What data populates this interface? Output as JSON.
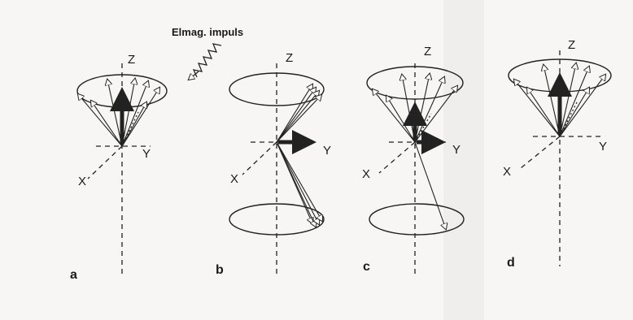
{
  "pulse_label": "Elmag. impuls",
  "axis_labels": {
    "z": "Z",
    "y": "Y",
    "x": "X"
  },
  "panels": [
    {
      "label": "a"
    },
    {
      "label": "b"
    },
    {
      "label": "c"
    },
    {
      "label": "d"
    }
  ]
}
